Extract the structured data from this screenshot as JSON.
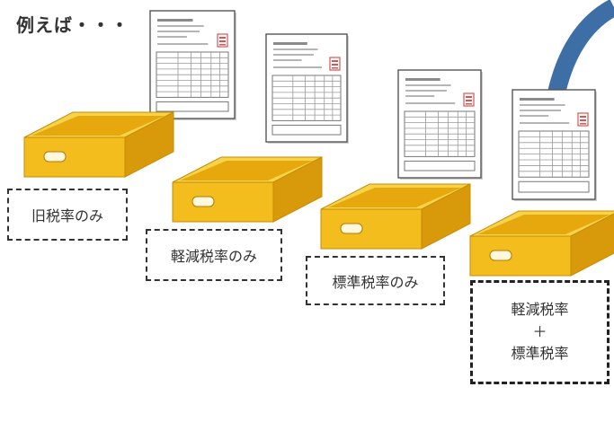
{
  "heading": "例えば・・・",
  "labels": {
    "old_rate_only": "旧税率のみ",
    "reduced_rate_only": "軽減税率のみ",
    "standard_rate_only": "標準税率のみ",
    "combo": {
      "line1": "軽減税率",
      "line2": "＋",
      "line3": "標準税率"
    }
  },
  "colors": {
    "tray_face": "#f2bd1d",
    "tray_top": "#f7d34a",
    "tray_inner": "#e6a80c",
    "tray_side": "#d8990a",
    "tray_handle": "#fff8dc",
    "arrow": "#3d6fa6",
    "invoice_red": "#d9534f",
    "invoice_line": "#8a8a8a"
  },
  "icons": {
    "tray": "tray-icon",
    "invoice": "invoice-document-icon",
    "arrow": "curved-arrow-icon"
  }
}
